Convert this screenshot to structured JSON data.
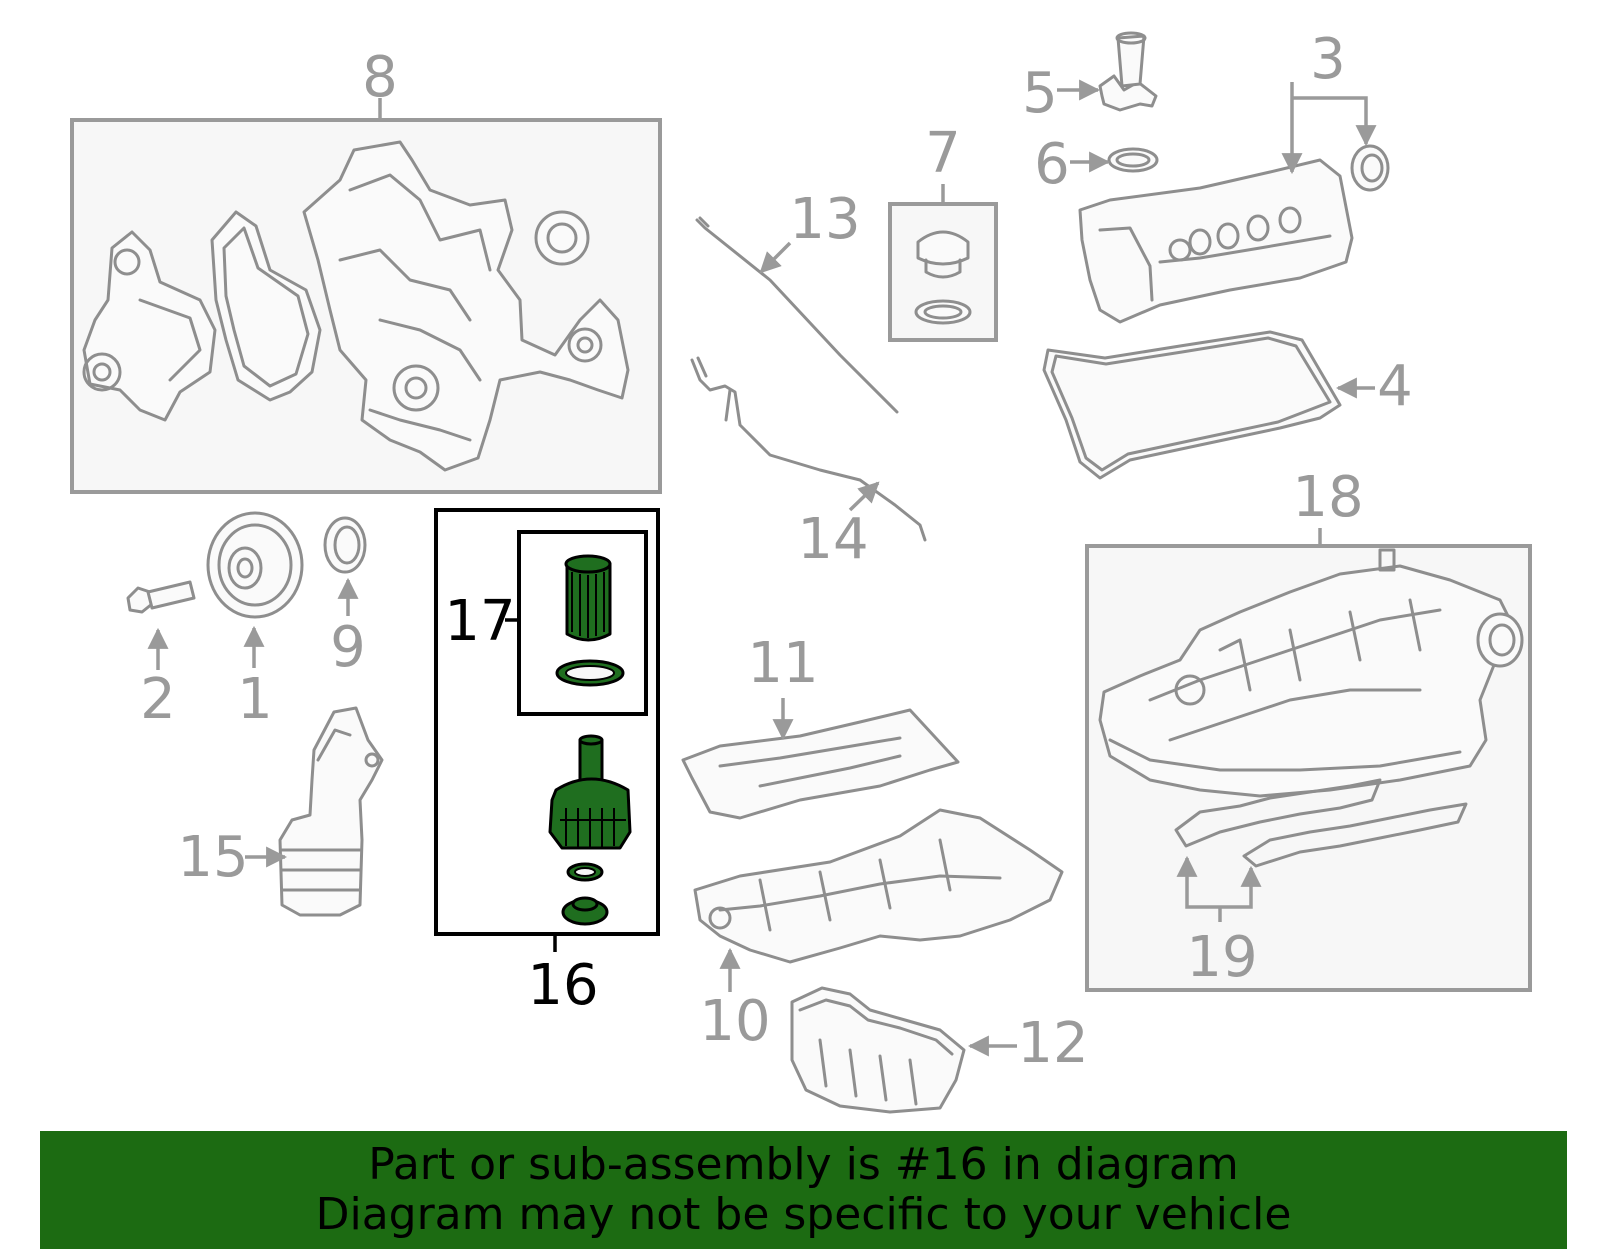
{
  "callouts": {
    "c1": "1",
    "c2": "2",
    "c3": "3",
    "c4": "4",
    "c5": "5",
    "c6": "6",
    "c7": "7",
    "c8": "8",
    "c9": "9",
    "c10": "10",
    "c11": "11",
    "c12": "12",
    "c13": "13",
    "c14": "14",
    "c15": "15",
    "c16": "16",
    "c17": "17",
    "c18": "18",
    "c19": "19"
  },
  "highlight": {
    "part": "16",
    "color": "#1f6e1f"
  },
  "banner": {
    "line1": "Part or sub-assembly is #16 in diagram",
    "line2": "Diagram may not be specific to your vehicle",
    "color": "#1c6b12"
  }
}
